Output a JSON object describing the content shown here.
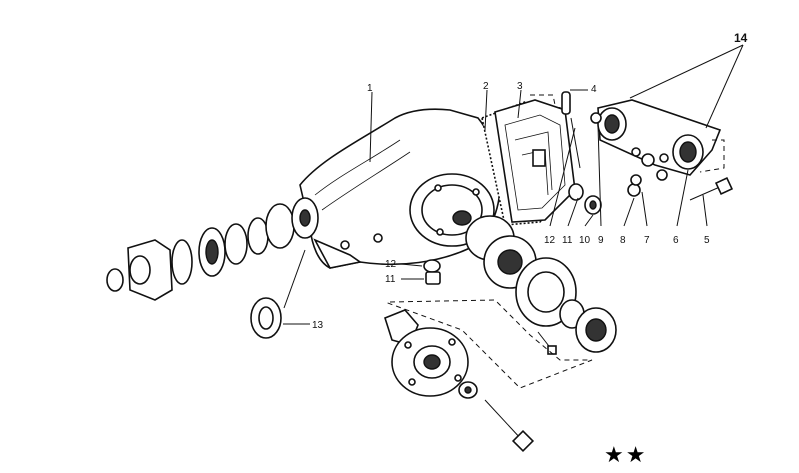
{
  "callouts": {
    "c1": "1",
    "c2": "2",
    "c3": "3",
    "c4": "4",
    "c5": "5",
    "c6": "6",
    "c7": "7",
    "c8": "8",
    "c9": "9",
    "c10": "10",
    "c11_right": "11",
    "c11_left": "11",
    "c12_right": "12",
    "c12_left": "12",
    "c13": "13",
    "c14": "14"
  },
  "footer": {
    "marks": "★★"
  }
}
